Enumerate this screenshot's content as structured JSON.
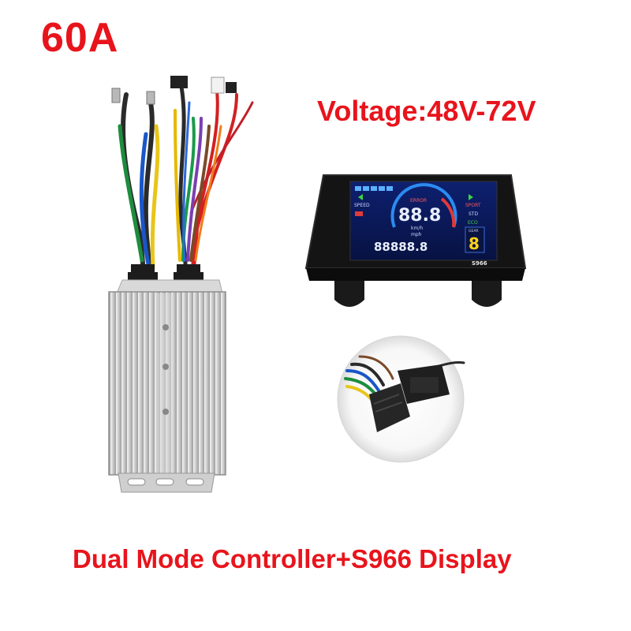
{
  "header": {
    "current_rating": "60A"
  },
  "specs": {
    "voltage": "Voltage:48V-72V"
  },
  "caption": {
    "text": "Dual Mode Controller+S966 Display"
  },
  "display": {
    "model_label": "S966",
    "speed_digits": "88.8",
    "odometer_digits": "88888.8",
    "gear_digit": "8",
    "labels": {
      "error": "ERROR",
      "speed": "SPEED",
      "sport": "SPORT",
      "std": "STD",
      "eco": "ECO",
      "gear": "GEAR",
      "kmh": "km/h",
      "mph": "mph"
    }
  },
  "colors": {
    "accent_red": "#e8141c",
    "lcd_background": "#0a1a55",
    "lcd_digits": "#e8eefc"
  }
}
